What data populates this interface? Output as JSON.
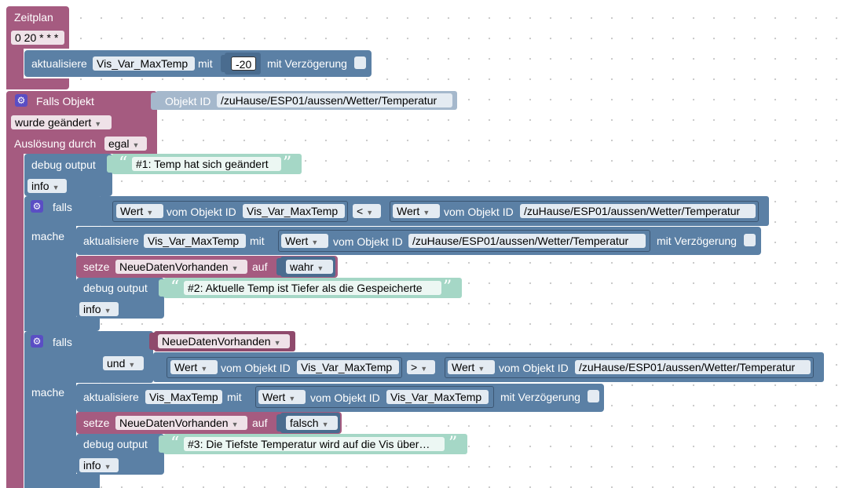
{
  "zeitplan": {
    "title": "Zeitplan",
    "cron": "0 20 * * *"
  },
  "update1": {
    "label": "aktualisiere",
    "var": "Vis_Var_MaxTemp",
    "mit": "mit",
    "value": "-20",
    "delay": "mit Verzögerung"
  },
  "trigger": {
    "title": "Falls Objekt",
    "objid_label": "Objekt ID",
    "objid_value": "/zuHause/ESP01/aussen/Wetter/Temperatur",
    "changed": "wurde geändert",
    "ausloesung": "Auslösung durch",
    "ausloesung_value": "egal"
  },
  "debug1": {
    "label": "debug output",
    "text": "#1: Temp hat sich geändert",
    "level": "info"
  },
  "if1": {
    "falls": "falls",
    "mache": "mache",
    "left_wert": "Wert",
    "vom": "vom Objekt ID",
    "left_obj": "Vis_Var_MaxTemp",
    "op": "<",
    "right_wert": "Wert",
    "right_obj": "/zuHause/ESP01/aussen/Wetter/Temperatur",
    "update_label": "aktualisiere",
    "update_var": "Vis_Var_MaxTemp",
    "update_mit": "mit",
    "update_wert": "Wert",
    "update_obj": "/zuHause/ESP01/aussen/Wetter/Temperatur",
    "update_delay": "mit Verzögerung",
    "setze": "setze",
    "setze_var": "NeueDatenVorhanden",
    "auf": "auf",
    "setze_val": "wahr",
    "debug_label": "debug output",
    "debug_text": "#2: Aktuelle Temp ist Tiefer als die Gespeicherte",
    "debug_level": "info"
  },
  "if2": {
    "falls": "falls",
    "mache": "mache",
    "und": "und",
    "var": "NeueDatenVorhanden",
    "left_wert": "Wert",
    "vom": "vom Objekt ID",
    "left_obj": "Vis_Var_MaxTemp",
    "op": ">",
    "right_wert": "Wert",
    "right_obj": "/zuHause/ESP01/aussen/Wetter/Temperatur",
    "update_label": "aktualisiere",
    "update_var": "Vis_MaxTemp",
    "update_mit": "mit",
    "update_wert": "Wert",
    "update_obj": "Vis_Var_MaxTemp",
    "update_delay": "mit Verzögerung",
    "setze": "setze",
    "setze_var": "NeueDatenVorhanden",
    "auf": "auf",
    "setze_val": "falsch",
    "debug_label": "debug output",
    "debug_text": "#3: Die Tiefste Temperatur wird auf die Vis über…",
    "debug_level": "info"
  },
  "icons": {
    "gear": "gear-icon",
    "dropdown": "dropdown-arrow-icon",
    "quote_open": "quote-open-icon",
    "quote_close": "quote-close-icon"
  },
  "colors": {
    "trigger": "#a55b80",
    "action": "#5b80a5",
    "string": "#a5d7c6",
    "objectid": "#a5b8cc",
    "gear": "#5a4ec4"
  }
}
